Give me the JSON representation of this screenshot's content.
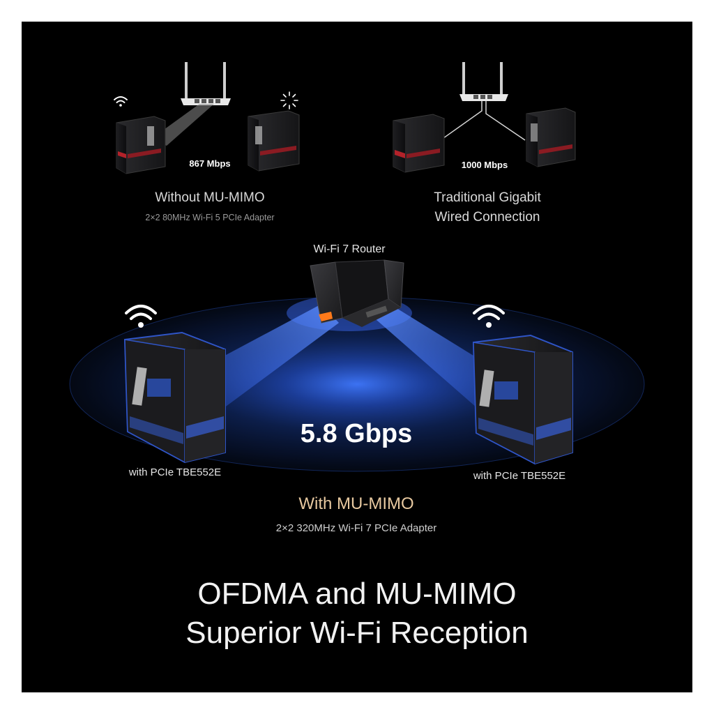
{
  "top_left": {
    "speed": "867 Mbps",
    "title": "Without MU-MIMO",
    "subtitle": "2×2 80MHz Wi-Fi 5 PCIe Adapter"
  },
  "top_right": {
    "speed": "1000 Mbps",
    "title_line1": "Traditional Gigabit",
    "title_line2": "Wired Connection"
  },
  "center": {
    "router_label": "Wi-Fi 7 Router",
    "speed": "5.8 Gbps",
    "left_pc_label": "with PCIe TBE552E",
    "right_pc_label": "with PCIe TBE552E",
    "title": "With MU-MIMO",
    "subtitle": "2×2 320MHz Wi-Fi 7 PCIe Adapter"
  },
  "headline": {
    "line1": "OFDMA and MU-MIMO",
    "line2": "Superior Wi-Fi Reception"
  },
  "colors": {
    "background": "#000000",
    "accent_gold": "#e8c9a0",
    "signal_blue": "#2b5fd9",
    "case_trim_red": "#b3222a"
  },
  "icons": {
    "wifi": "wifi-icon",
    "router": "router-icon",
    "pc": "pc-tower-icon",
    "loading": "loading-spinner-icon"
  }
}
